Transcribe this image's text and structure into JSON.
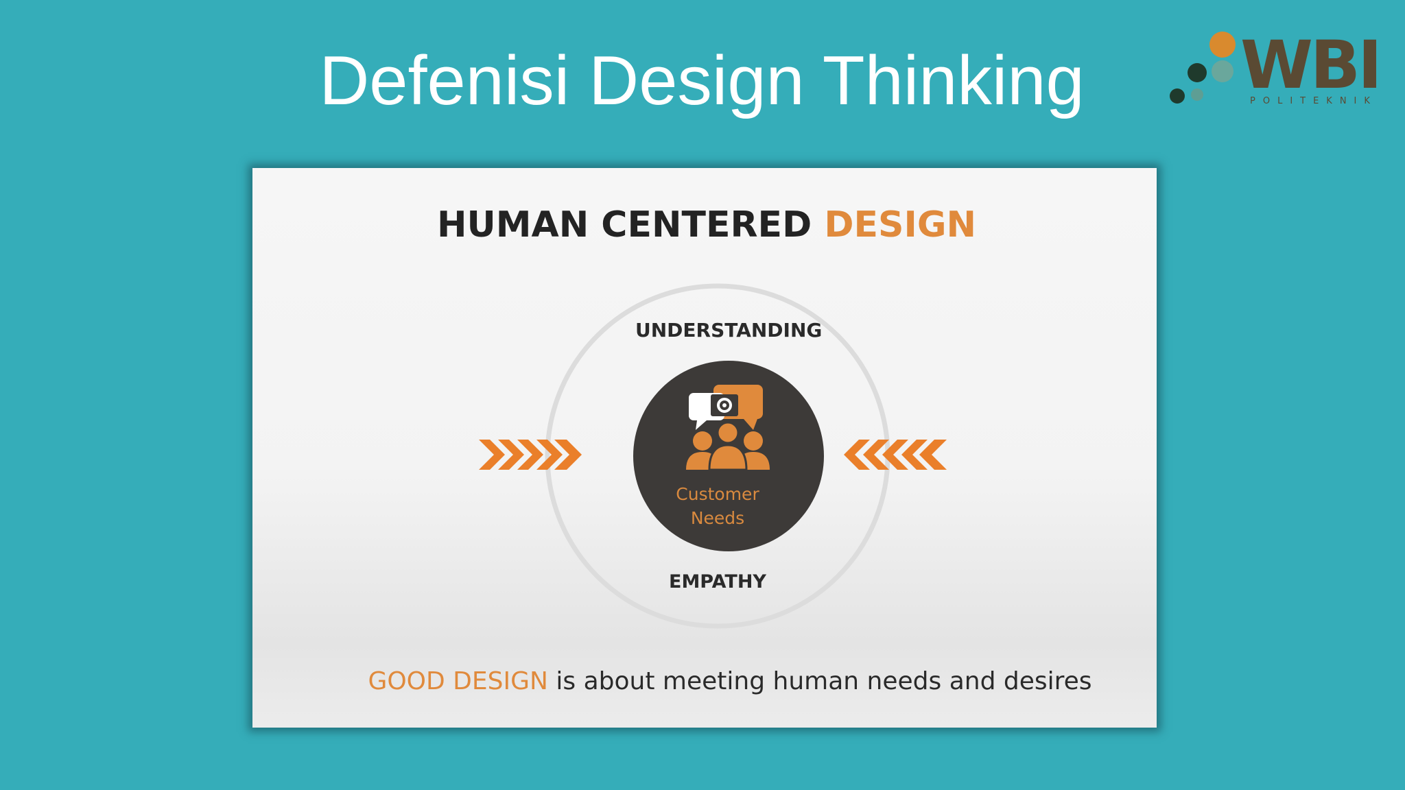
{
  "slide": {
    "title": "Defenisi Design Thinking"
  },
  "logo": {
    "name": "WBI",
    "subtitle": "POLITEKNIK",
    "colors": {
      "text": "#5a4a33",
      "dot_orange": "#d98a2e",
      "dot_dark": "#1f3a2c",
      "dot_teal": "#5e9e94"
    }
  },
  "video": {
    "heading": {
      "part1": "HUMAN CENTERED",
      "part2": "DESIGN"
    },
    "diagram": {
      "top_label": "UNDERSTANDING",
      "bottom_label": "EMPATHY",
      "center_line1": "Customer",
      "center_line2": "Needs",
      "center_icon": "people-speech-bubble-gear-icon",
      "left_arrows": "chevron-right-arrows-icon",
      "right_arrows": "chevron-left-arrows-icon"
    },
    "tagline": {
      "highlight": "GOOD DESIGN",
      "rest": "is about meeting human needs and desires"
    }
  },
  "colors": {
    "background": "#35adb9",
    "accent_orange": "#e08a3c",
    "dark_circle": "#3d3a38",
    "text_dark": "#232323"
  }
}
